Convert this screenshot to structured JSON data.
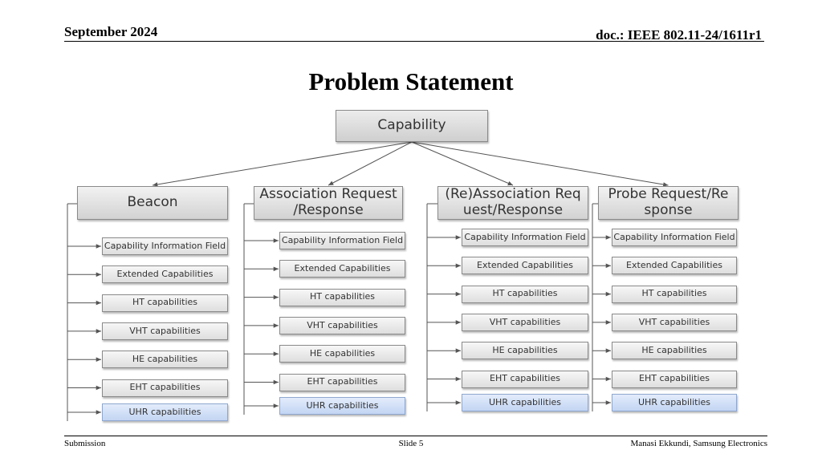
{
  "header": {
    "date": "September 2024",
    "doc": "doc.: IEEE 802.11-24/1611r1"
  },
  "title": "Problem Statement",
  "diagram": {
    "root": "Capability",
    "columns": [
      {
        "label": "Beacon",
        "items": [
          "Capability Information Field",
          "Extended Capabilities",
          "HT capabilities",
          "VHT capabilities",
          "HE capabilities",
          "EHT capabilities",
          "UHR capabilities"
        ]
      },
      {
        "label": "Association Request /Response",
        "items": [
          "Capability Information Field",
          "Extended Capabilities",
          "HT capabilities",
          "VHT capabilities",
          "HE capabilities",
          "EHT capabilities",
          "UHR capabilities"
        ]
      },
      {
        "label": "(Re)Association Req uest/Response",
        "items": [
          "Capability Information Field",
          "Extended Capabilities",
          "HT capabilities",
          "VHT capabilities",
          "HE capabilities",
          "EHT capabilities",
          "UHR capabilities"
        ]
      },
      {
        "label": "Probe Request/Re sponse",
        "items": [
          "Capability Information Field",
          "Extended Capabilities",
          "HT capabilities",
          "VHT capabilities",
          "HE capabilities",
          "EHT capabilities",
          "UHR capabilities"
        ]
      }
    ],
    "highlight_color": "#c9d9f5"
  },
  "footer": {
    "left": "Submission",
    "center": "Slide 5",
    "right": "Manasi Ekkundi, Samsung Electronics"
  }
}
